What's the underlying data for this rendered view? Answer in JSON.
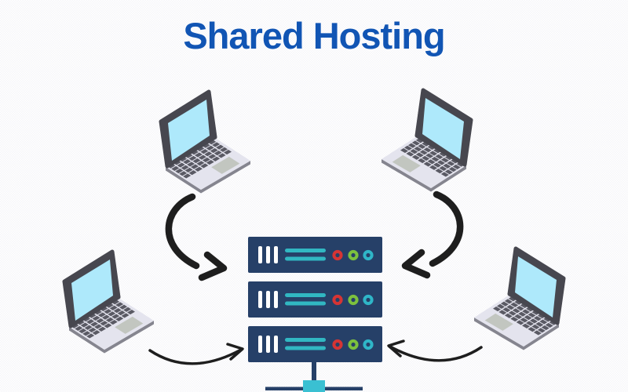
{
  "title": "Shared Hosting",
  "colors": {
    "title": "#1155b4",
    "background": "#ffffff",
    "arrow": "#1e1e1e",
    "server_body": "#264068",
    "server_vent_bars": "#ffffff",
    "server_data_lines": "#31b7c2",
    "led_red": "#d63434",
    "led_green": "#7cc13e",
    "led_cyan": "#2fb6c8",
    "node_square": "#3ac0d2",
    "laptop_screen": "#aee9fb",
    "laptop_bezel": "#47474f",
    "laptop_body": "#e4e4ee",
    "laptop_keys": "#5a5a64",
    "laptop_trackpad": "#c2c6c0"
  },
  "diagram": {
    "type": "shared-hosting-network-topology",
    "clients": [
      {
        "name": "laptop-top-left",
        "position": "top-left",
        "facing": "right"
      },
      {
        "name": "laptop-top-right",
        "position": "top-right",
        "facing": "left"
      },
      {
        "name": "laptop-bottom-left",
        "position": "bottom-left",
        "facing": "right"
      },
      {
        "name": "laptop-bottom-right",
        "position": "bottom-right",
        "facing": "left"
      }
    ],
    "arrows": [
      {
        "from": "laptop-top-left",
        "to": "server-rack",
        "style": "thick-curved",
        "direction": "down-right"
      },
      {
        "from": "laptop-top-right",
        "to": "server-rack",
        "style": "thick-curved",
        "direction": "down-left"
      },
      {
        "from": "laptop-bottom-left",
        "to": "server-rack",
        "style": "thin-curved",
        "direction": "right"
      },
      {
        "from": "laptop-bottom-right",
        "to": "server-rack",
        "style": "thin-curved",
        "direction": "left"
      }
    ],
    "server_rack": {
      "units": 3,
      "unit_features": [
        "three-vent-bars",
        "two-data-lines",
        "led-red",
        "led-green",
        "led-cyan"
      ]
    },
    "network": {
      "stem_from_rack": true,
      "node_square": true,
      "bus_line": true
    }
  }
}
